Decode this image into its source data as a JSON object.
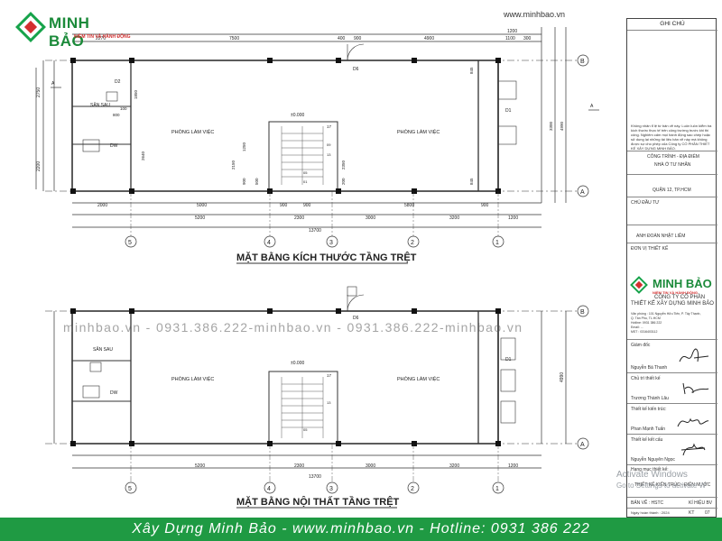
{
  "brand": {
    "name": "MINH BẢO",
    "slogan": "NIỀM TIN VÀ HÀNH ĐỘNG",
    "site_url": "www.minhbao.vn"
  },
  "watermark": "minhbao.vn - 0931.386.222-minhbao.vn - 0931.386.222-minhbao.vn",
  "footer_text": "Xây Dựng Minh Bảo - www.minhbao.vn - Hotline: 0931 386 222",
  "os_notice": {
    "line1": "Activate Windows",
    "line2": "Go to Settings to activate W"
  },
  "plan1": {
    "title": "MẶT BẰNG KÍCH THƯỚC TẦNG TRỆT",
    "rooms": {
      "back_yard": "SÂN SAU",
      "work_left": "PHÒNG LÀM VIỆC",
      "work_right": "PHÒNG LÀM VIỆC",
      "level": "±0.000"
    },
    "doors": [
      "D2",
      "D6",
      "D1",
      "DW"
    ],
    "dims_top": [
      "2270",
      "7500",
      "400",
      "900",
      "4900",
      "1100",
      "300",
      "1200"
    ],
    "dims_bottom_1": [
      "2000",
      "5000",
      "900",
      "900",
      "5800",
      "900"
    ],
    "dims_bottom_2": [
      "5200",
      "2300",
      "3000",
      "3200",
      "1200"
    ],
    "dim_total": "13700",
    "dims_left": [
      "2750",
      "2200"
    ],
    "dims_inner": [
      "1850",
      "100",
      "800",
      "2640",
      "1250",
      "2150",
      "900",
      "500",
      "2350",
      "200",
      "845",
      "3300",
      "4990",
      "845"
    ],
    "axes": [
      "5",
      "4",
      "3",
      "2",
      "1"
    ],
    "rows": [
      "B",
      "A"
    ],
    "sheet_label": "A",
    "stair_num": "17",
    "stair_marks": [
      "01",
      "05",
      "09",
      "13"
    ]
  },
  "plan2": {
    "title": "MẶT BẰNG NỘI THẤT TẦNG TRỆT",
    "rooms": {
      "back_yard": "SÂN SAU",
      "work_left": "PHÒNG LÀM VIỆC",
      "work_right": "PHÒNG LÀM VIỆC",
      "level": "±0.000"
    },
    "doors": [
      "D6",
      "D1",
      "DW"
    ],
    "dims_bottom": [
      "5200",
      "2300",
      "3000",
      "3200",
      "1200"
    ],
    "dim_total": "13700",
    "dims_right": [
      "4990"
    ],
    "axes": [
      "5",
      "4",
      "3",
      "2",
      "1"
    ],
    "rows": [
      "B",
      "A"
    ],
    "stair_num": "17",
    "stair_marks": [
      "13",
      "05"
    ]
  },
  "title_block": {
    "notes_header": "GHI CHÚ",
    "notes": "Không nhân tỉ lệ từ bản vẽ này. Luôn luôn kiểm tra kích thước thực tế trên công trường trước khi thi công. Nghiêm cấm mọi hành động sao chép hoặc sử dụng lại những tài liệu bản vẽ này mà không được sự cho phép của Công ty CỔ PHẦN THIẾT KẾ XÂY DỰNG MINH BẢO.",
    "project_label": "CÔNG TRÌNH - ĐỊA ĐIỂM",
    "project_name": "NHÀ Ở TƯ NHÂN",
    "location": "QUẬN 12, TP.HCM",
    "investor_label": "CHỦ ĐẦU TƯ",
    "investor_name": "ANH ĐOÀN NHẬT LIÊM",
    "designer_label": "ĐƠN VỊ THIẾT KẾ",
    "company_line1": "CÔNG TY CỔ PHẦN",
    "company_line2": "THIẾT KẾ XÂY DỰNG MINH BẢO",
    "company_info": [
      "Văn phòng : 101 Nguyễn Hữu Tiến, P. Tây Thạnh,",
      "Q. Tân Phú, TL.HCM",
      "Hotline: 0931 386 222",
      "Email: ...",
      "MST : 0316403112"
    ],
    "director_label": "Giám đốc",
    "director_name": "Nguyễn Bá Thanh",
    "lead_label": "Chủ trì thiết kế",
    "lead_name": "Trương Thành Lâu",
    "arch_label": "Thiết kế kiến trúc:",
    "arch_name": "Phan Mạnh Tuấn",
    "struct_label": "Thiết kế kết cấu",
    "struct_name": "Nguyễn Nguyên Ngọc",
    "category_label": "Hạng mục thiết kế:",
    "category": "THIẾT KẾ KIẾN TRÚC - ĐIỆN NƯỚC",
    "sheet_label": "BẢN VẼ : HSTC",
    "code_label": "KÍ HIỆU BV",
    "date_label": "Ngày hoàn thành : 2024",
    "code1": "KT",
    "code2": "07"
  },
  "colors": {
    "footer": "#1f9a43",
    "brand_green": "#1b8a3a",
    "brand_red": "#d32f2f"
  }
}
